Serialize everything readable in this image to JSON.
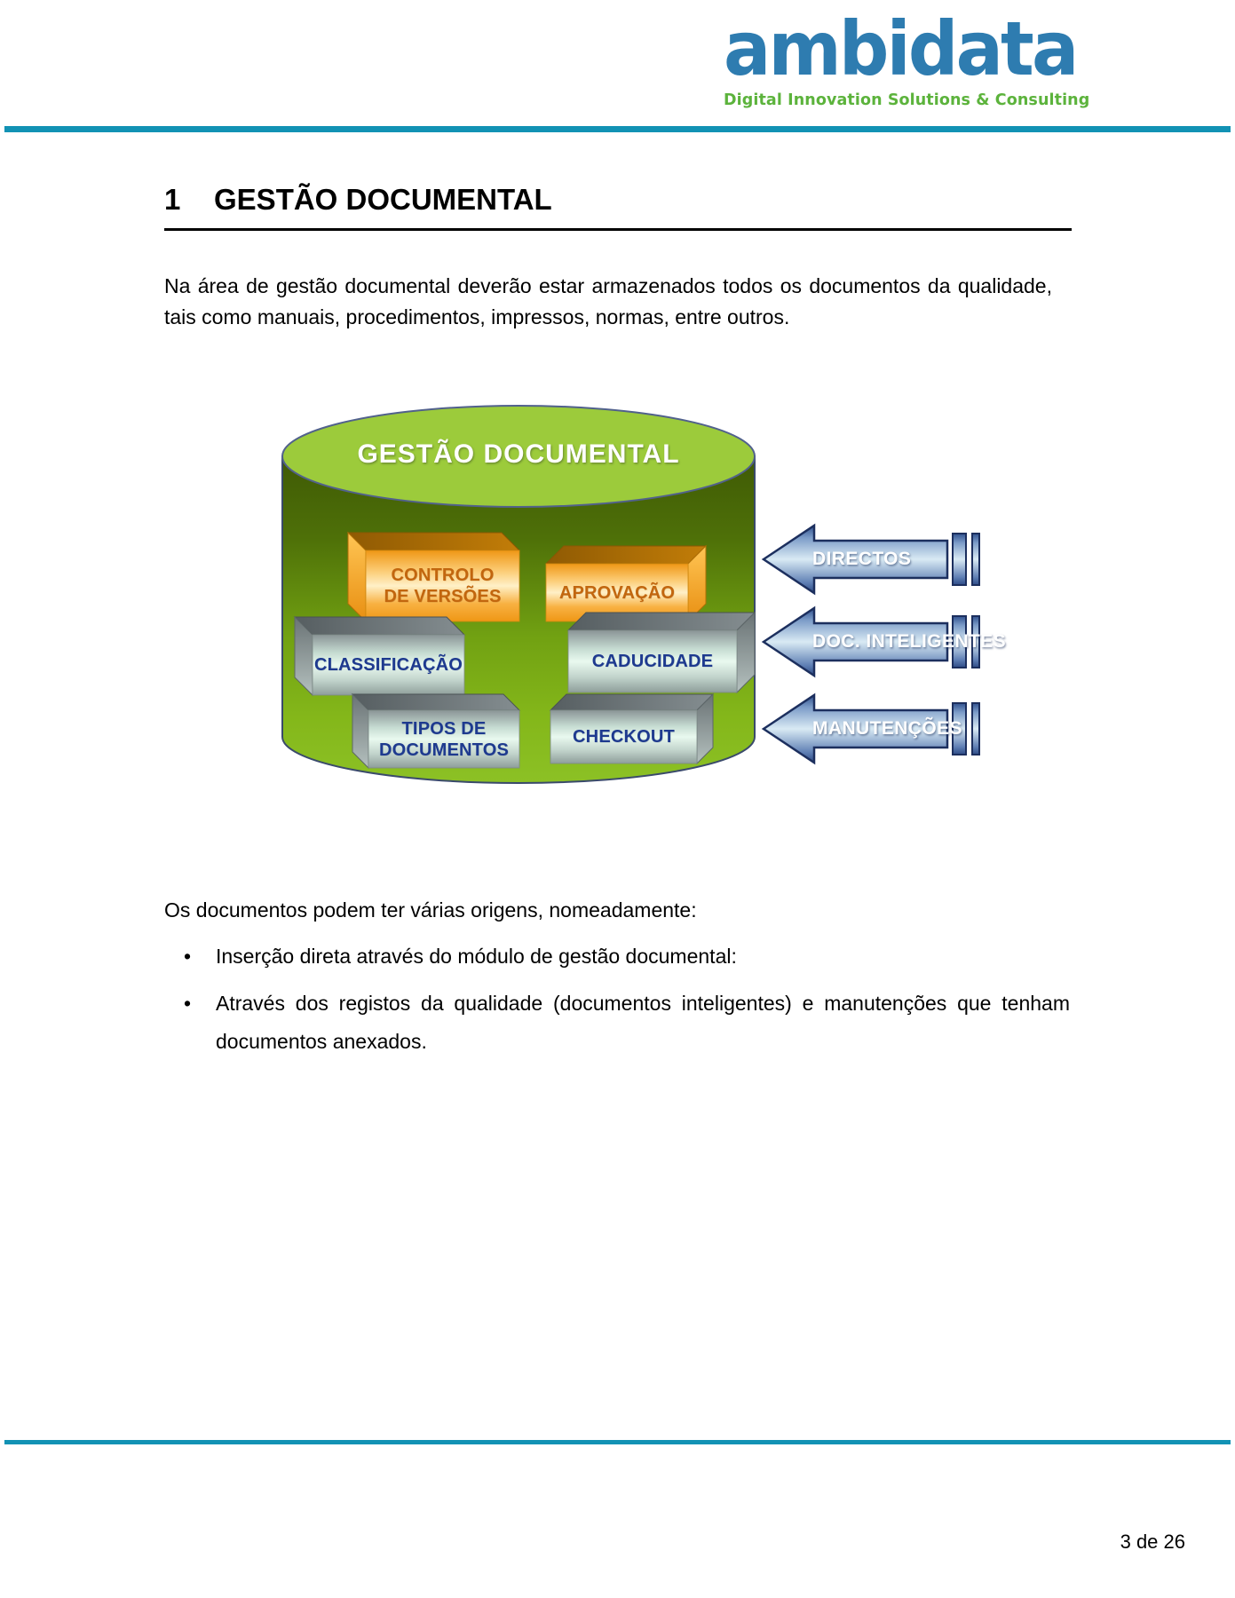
{
  "header": {
    "brand": "ambidata",
    "tagline": "Digital Innovation Solutions & Consulting"
  },
  "section": {
    "number": "1",
    "title": "GESTÃO DOCUMENTAL"
  },
  "paragraphs": {
    "intro": "Na área de gestão documental deverão estar armazenados todos os documentos da qualidade, tais como manuais, procedimentos, impressos, normas, entre outros.",
    "origins_lead": "Os documentos podem ter várias origens, nomeadamente:"
  },
  "bullets": [
    "Inserção direta através do módulo de gestão documental:",
    "Através dos registos da qualidade (documentos inteligentes) e manutenções que tenham documentos anexados."
  ],
  "diagram": {
    "title": "GESTÃO DOCUMENTAL",
    "modules": [
      {
        "id": "controlo-versoes",
        "label": "CONTROLO\nDE VERSÕES",
        "style": "orange"
      },
      {
        "id": "aprovacao",
        "label": "APROVAÇÃO",
        "style": "orange"
      },
      {
        "id": "classificacao",
        "label": "CLASSIFICAÇÃO",
        "style": "steel"
      },
      {
        "id": "caducidade",
        "label": "CADUCIDADE",
        "style": "steel"
      },
      {
        "id": "tipos-documentos",
        "label": "TIPOS DE\nDOCUMENTOS",
        "style": "steel"
      },
      {
        "id": "checkout",
        "label": "CHECKOUT",
        "style": "steel"
      }
    ],
    "arrows": [
      {
        "label": "DIRECTOS"
      },
      {
        "label": "DOC. INTELIGENTES"
      },
      {
        "label": "MANUTENÇÕES"
      }
    ]
  },
  "footer": {
    "page_number": "3 de 26"
  },
  "colors": {
    "rule_teal": "#1292b4",
    "logo_blue": "#2e7cb0",
    "logo_green": "#5cb33c",
    "cylinder_top_green": "#9ccb3b",
    "cylinder_body_dark": "#405b05",
    "cylinder_body_light": "#8cc125",
    "module_orange": "#f5a01f",
    "module_orange_text": "#c2660e",
    "module_steel_light": "#e9f9ef",
    "module_steel_text": "#1e3a8f",
    "arrow_blue_dark": "#31528f",
    "arrow_blue_light": "#d9eaf4"
  }
}
